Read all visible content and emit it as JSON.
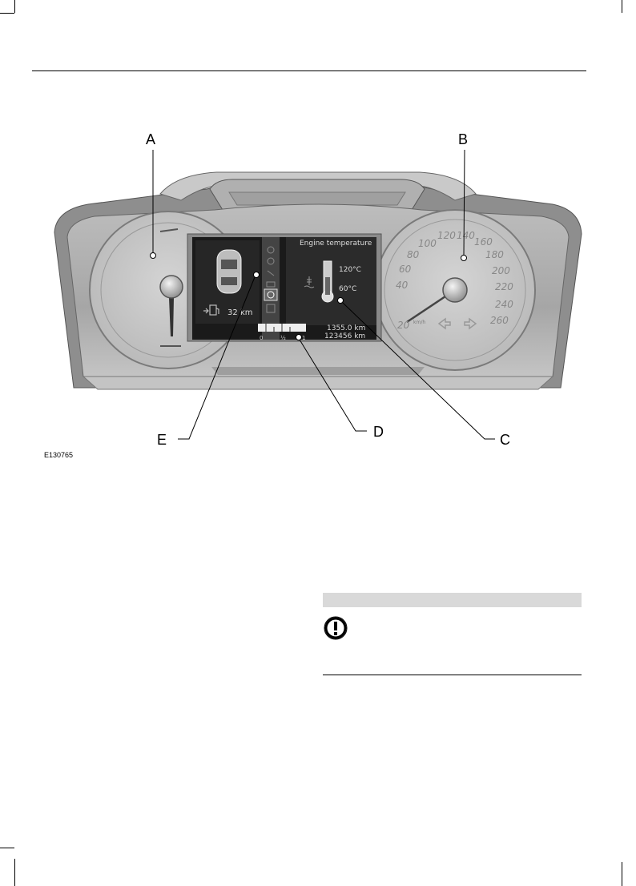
{
  "figure": {
    "callouts": {
      "a": "A",
      "b": "B",
      "c": "C",
      "d": "D",
      "e": "E"
    },
    "id": "E130765"
  },
  "display": {
    "heading": "Engine temperature",
    "temp_high": "120°C",
    "temp_low": "60°C",
    "range": "32",
    "range_unit": "km",
    "trip": "1355.0 km",
    "odometer": "123456 km",
    "fuel_empty": "0",
    "fuel_half": "½",
    "fuel_full": "1"
  },
  "speedometer": {
    "ticks": [
      "20",
      "40",
      "60",
      "80",
      "100",
      "120",
      "140",
      "160",
      "180",
      "200",
      "220",
      "240",
      "260"
    ],
    "unit": "km/h"
  },
  "colors": {
    "page_background": "#ffffff",
    "warning_bar": "#d9d9d9",
    "display_background": "#1a1a1a",
    "cluster_gray": "#a8a8a8"
  },
  "icons": {
    "warning": "exclamation-circle-icon",
    "thermometer": "thermometer-icon",
    "coolant": "coolant-temperature-icon",
    "fuel_pump": "fuel-pump-icon",
    "car": "car-top-view-icon",
    "settings": "gear-icon"
  }
}
